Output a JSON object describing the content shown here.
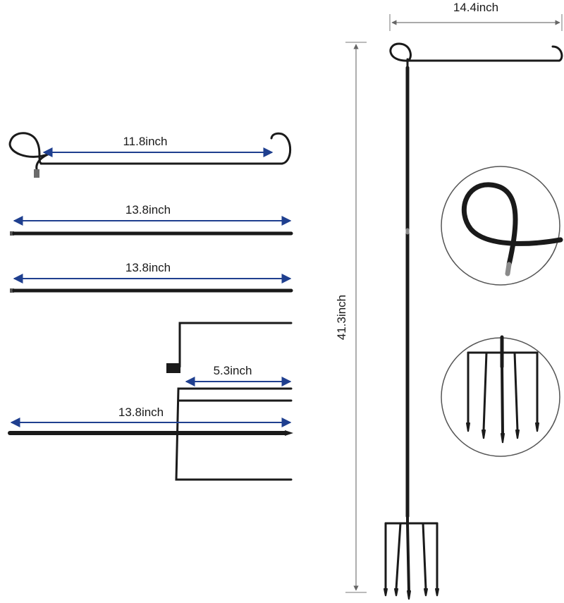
{
  "labels": {
    "flag_width": "14.4inch",
    "total_height": "41.3inch",
    "top_arm_length": "11.8inch",
    "pole_section_1": "13.8inch",
    "pole_section_2": "13.8inch",
    "stake_prong_width": "5.3inch",
    "stake_length": "13.8inch"
  },
  "colors": {
    "metal": "#1a1a1a",
    "dimension_arrow": "#1f3f8f",
    "dimension_line_gray": "#777777",
    "circle_outline": "#555555"
  },
  "icons": {
    "detail_top": "hook-loop-closeup",
    "detail_bottom": "prong-stake-closeup"
  }
}
